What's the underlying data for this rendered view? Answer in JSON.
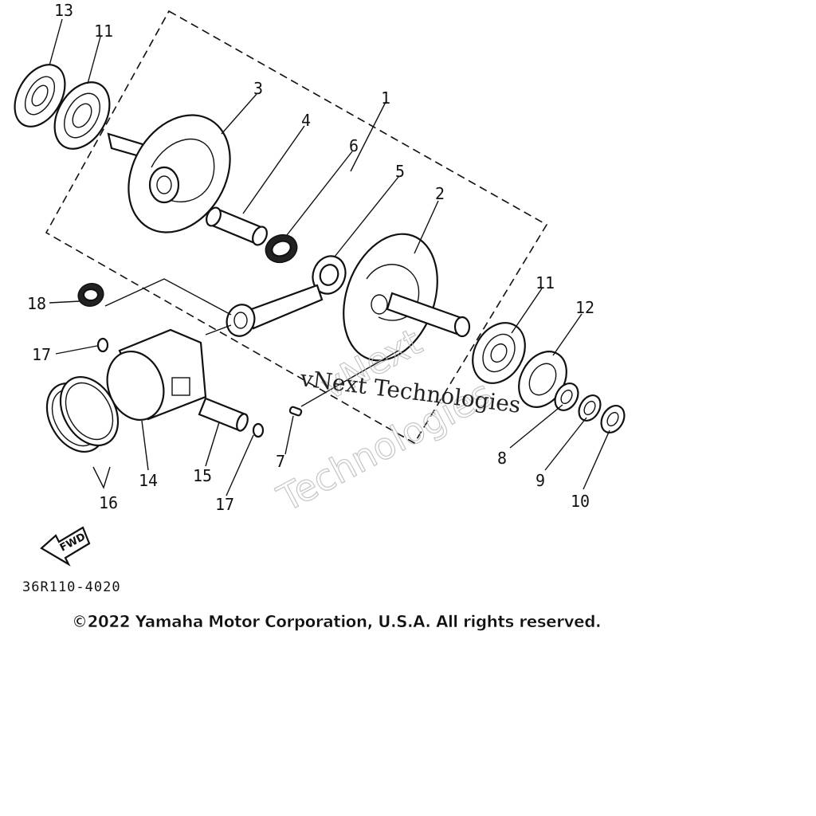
{
  "callouts": {
    "c1": "1",
    "c2": "2",
    "c3": "3",
    "c4": "4",
    "c5": "5",
    "c6": "6",
    "c7a": "7",
    "c8": "8",
    "c9": "9",
    "c10": "10",
    "c11a": "11",
    "c11b": "11",
    "c12": "12",
    "c13": "13",
    "c14": "14",
    "c15": "15",
    "c16": "16",
    "c17a": "17",
    "c17b": "17",
    "c18": "18"
  },
  "fwd_label": "FWD",
  "diagram_code": "36R110-4020",
  "watermark": {
    "line1": "vNext Technologies",
    "ghost1": "vNext",
    "ghost2": "Technologies"
  },
  "copyright": "©2022 Yamaha Motor Corporation, U.S.A. All rights reserved."
}
